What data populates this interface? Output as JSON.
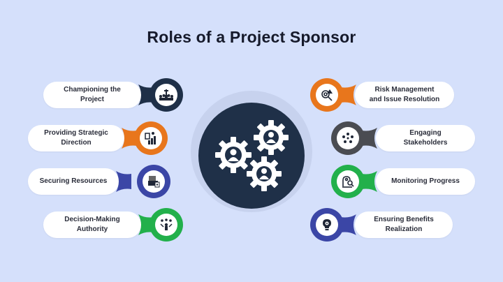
{
  "title": "Roles of a Project Sponsor",
  "center": {
    "icon": "gears-people-icon",
    "color": "#1f3048"
  },
  "left_items": [
    {
      "label_1": "Championing the",
      "label_2": "Project",
      "icon": "crowd-cheering-icon",
      "color": "#1f3048"
    },
    {
      "label_1": "Providing Strategic",
      "label_2": "Direction",
      "icon": "strategy-growth-icon",
      "color": "#e8761c"
    },
    {
      "label_1": "Securing Resources",
      "label_2": "",
      "icon": "resources-lock-icon",
      "color": "#3b46a6"
    },
    {
      "label_1": "Decision-Making",
      "label_2": "Authority",
      "icon": "decision-maker-icon",
      "color": "#22b04b"
    }
  ],
  "right_items": [
    {
      "label_1": "Risk Management",
      "label_2": "and Issue Resolution",
      "icon": "risk-search-icon",
      "color": "#e8761c"
    },
    {
      "label_1": "Engaging",
      "label_2": "Stakeholders",
      "icon": "stakeholders-icon",
      "color": "#4a4c52"
    },
    {
      "label_1": "Monitoring Progress",
      "label_2": "",
      "icon": "monitoring-icon",
      "color": "#22b04b"
    },
    {
      "label_1": "Ensuring Benefits",
      "label_2": "Realization",
      "icon": "lightbulb-gear-icon",
      "color": "#3b46a6"
    }
  ]
}
